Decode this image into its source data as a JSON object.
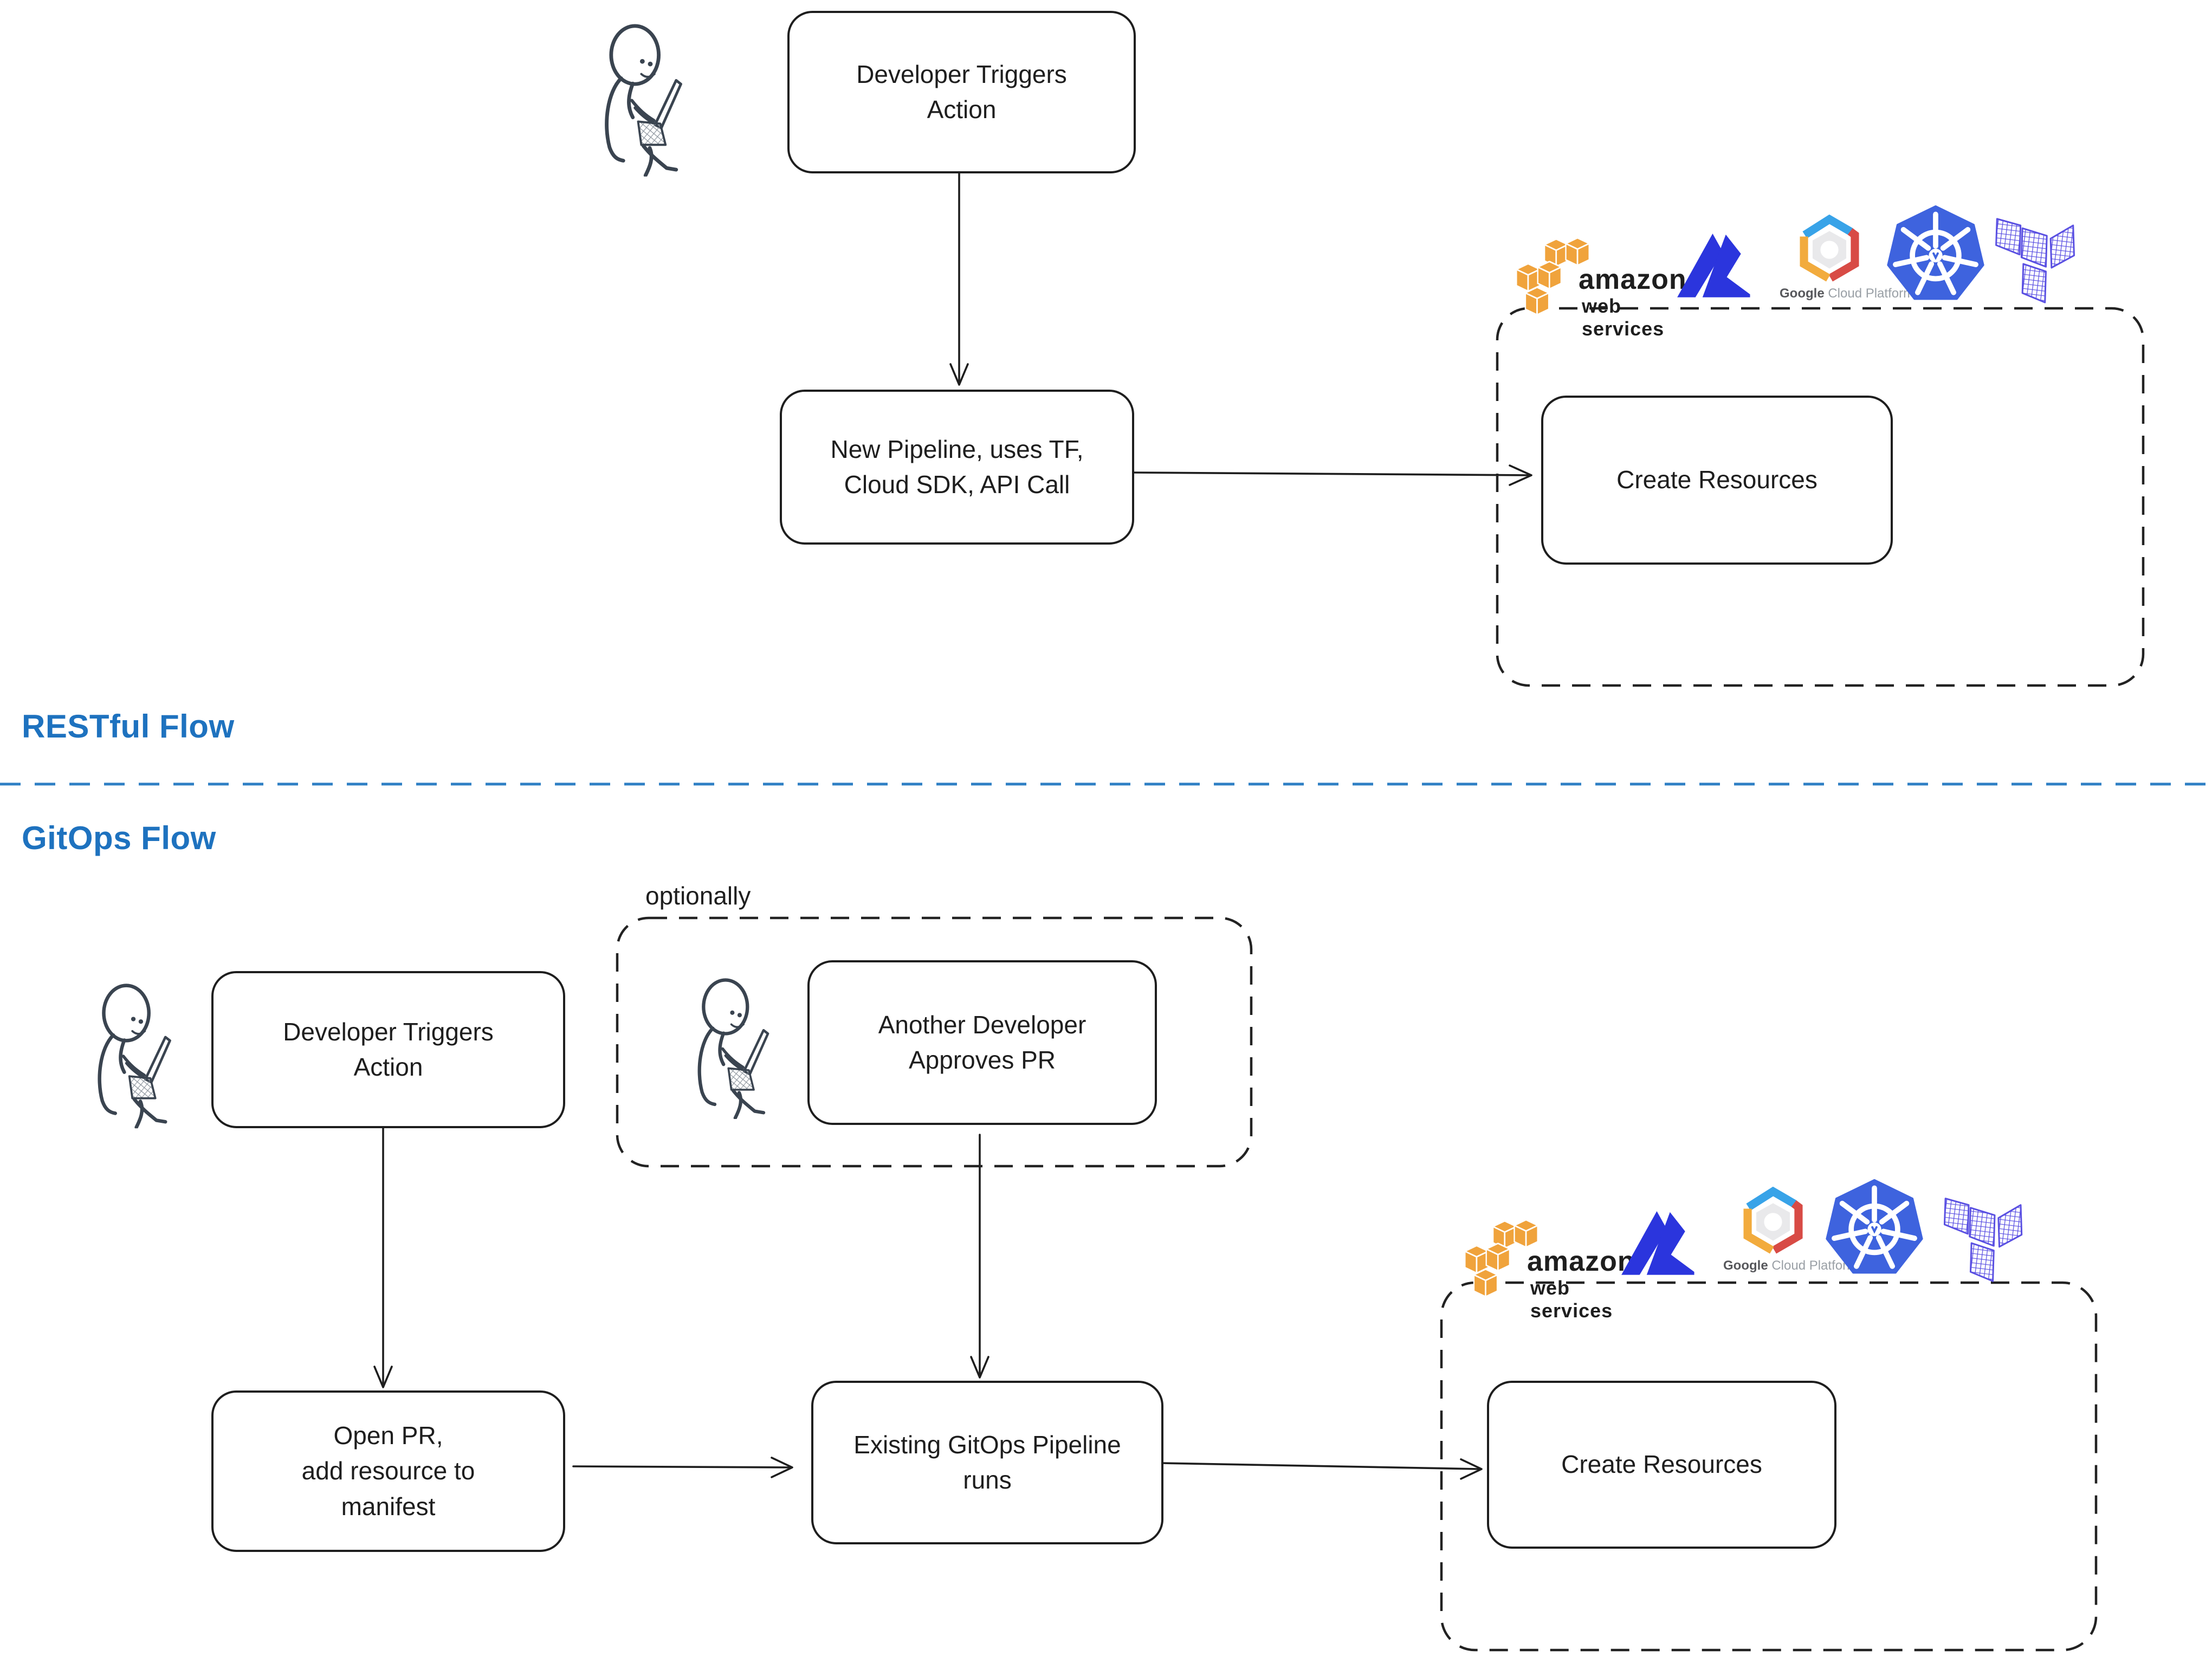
{
  "sections": {
    "restful_label": "RESTful Flow",
    "gitops_label": "GitOps Flow",
    "optionally_label": "optionally"
  },
  "nodes": {
    "dev_triggers_top": {
      "line1": "Developer Triggers",
      "line2": "Action"
    },
    "new_pipeline": {
      "line1": "New Pipeline, uses TF,",
      "line2": "Cloud SDK, API Call"
    },
    "create_resources_top": {
      "label": "Create Resources"
    },
    "another_developer": {
      "line1": "Another Developer",
      "line2": "Approves PR"
    },
    "dev_triggers_bottom": {
      "line1": "Developer Triggers",
      "line2": "Action"
    },
    "open_pr": {
      "line1": "Open PR,",
      "line2": "add resource to",
      "line3": "manifest"
    },
    "gitops_pipeline": {
      "line1": "Existing GitOps Pipeline",
      "line2": "runs"
    },
    "create_resources_bottom": {
      "label": "Create Resources"
    }
  },
  "logos": {
    "aws": {
      "line1": "amazon",
      "line2": "web services"
    },
    "gcp": {
      "line1": "Google",
      "line2": "Cloud Platform"
    }
  },
  "colors": {
    "ink": "#1e1e1e",
    "accent_blue": "#1e72bf",
    "divider_blue": "#2e7fc4",
    "figure": "#3a4450",
    "aws_orange": "#f0a33c",
    "azure_blue": "#2b35dd",
    "gcp_blue": "#38a3e8",
    "gcp_red": "#d84b45",
    "gcp_yellow": "#f2ab3d",
    "k8s_blue": "#3e63de",
    "terraform_purple": "#5a50e2"
  }
}
